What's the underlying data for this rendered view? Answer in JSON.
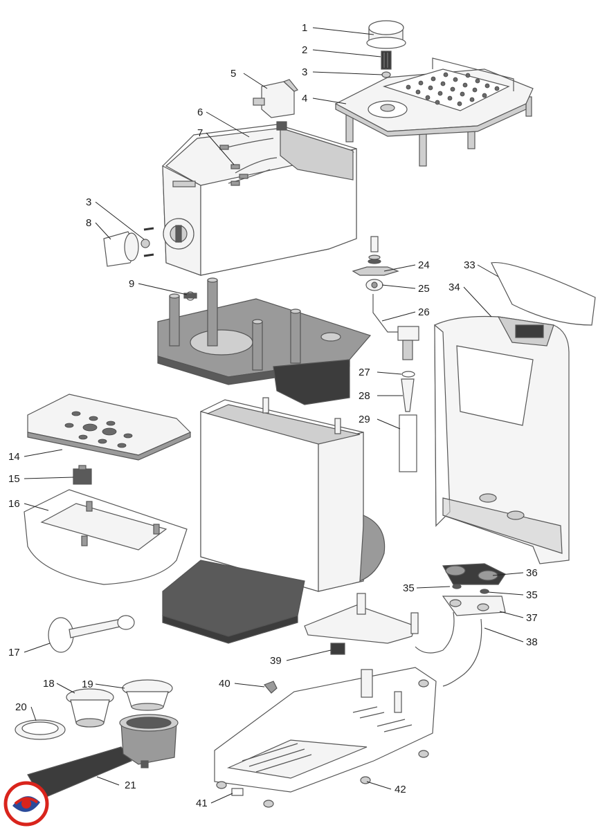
{
  "diagram": {
    "labels": [
      "1",
      "2",
      "3",
      "4",
      "5",
      "6",
      "7",
      "3",
      "8",
      "9",
      "24",
      "25",
      "26",
      "27",
      "28",
      "29",
      "33",
      "34",
      "14",
      "15",
      "16",
      "17",
      "18",
      "19",
      "20",
      "21",
      "35",
      "36",
      "35",
      "37",
      "38",
      "39",
      "40",
      "41",
      "42"
    ]
  },
  "logo": {
    "name": "brand-logo",
    "colors": [
      "#d9241c",
      "#2a4a9a"
    ]
  }
}
